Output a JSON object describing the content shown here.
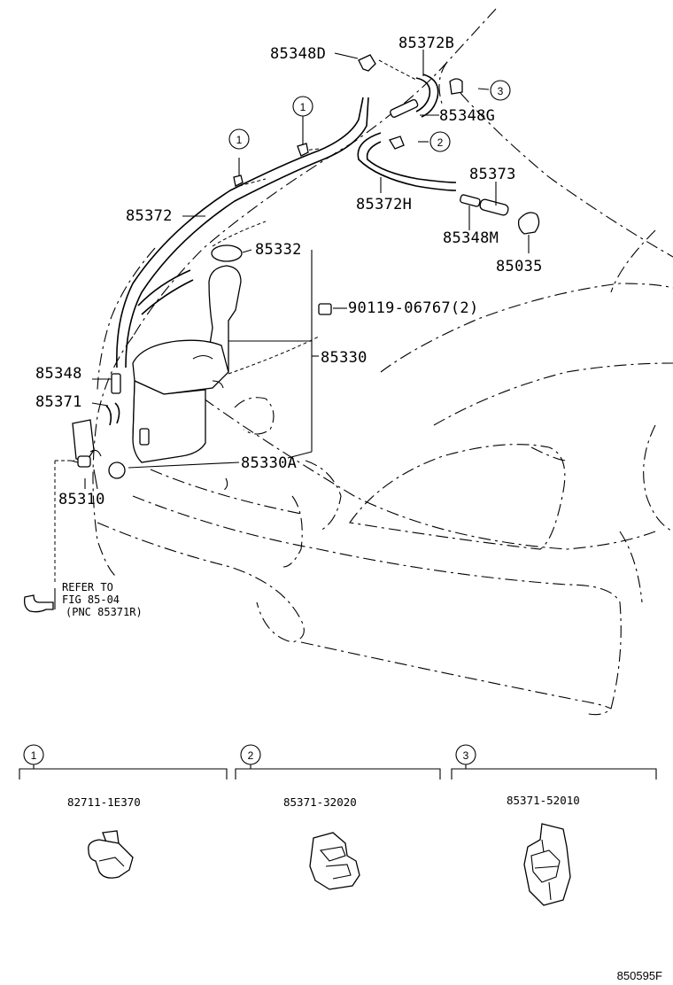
{
  "diagram": {
    "part_labels": [
      {
        "id": "85348D",
        "text": "85348D"
      },
      {
        "id": "85372B",
        "text": "85372B"
      },
      {
        "id": "85348G",
        "text": "85348G"
      },
      {
        "id": "85373",
        "text": "85373"
      },
      {
        "id": "85372H",
        "text": "85372H"
      },
      {
        "id": "85348M",
        "text": "85348M"
      },
      {
        "id": "85035",
        "text": "85035"
      },
      {
        "id": "85372",
        "text": "85372"
      },
      {
        "id": "85332",
        "text": "85332"
      },
      {
        "id": "90119",
        "text": "90119-06767(2)"
      },
      {
        "id": "85330",
        "text": "85330"
      },
      {
        "id": "85348",
        "text": "85348"
      },
      {
        "id": "85371",
        "text": "85371"
      },
      {
        "id": "85330A",
        "text": "85330A"
      },
      {
        "id": "85310",
        "text": "85310"
      }
    ],
    "callouts": [
      "1",
      "1",
      "2",
      "3"
    ],
    "reference_note": {
      "line1": "REFER TO",
      "line2": "FIG 85-04",
      "line3": "(PNC 85371R)"
    },
    "legend": [
      {
        "num": "1",
        "part_no": "82711-1E370",
        "icon": "wire-clip-icon"
      },
      {
        "num": "2",
        "part_no": "85371-32020",
        "icon": "hose-clamp-icon"
      },
      {
        "num": "3",
        "part_no": "85371-52010",
        "icon": "hose-bracket-icon"
      }
    ],
    "figure_code": "850595F"
  }
}
